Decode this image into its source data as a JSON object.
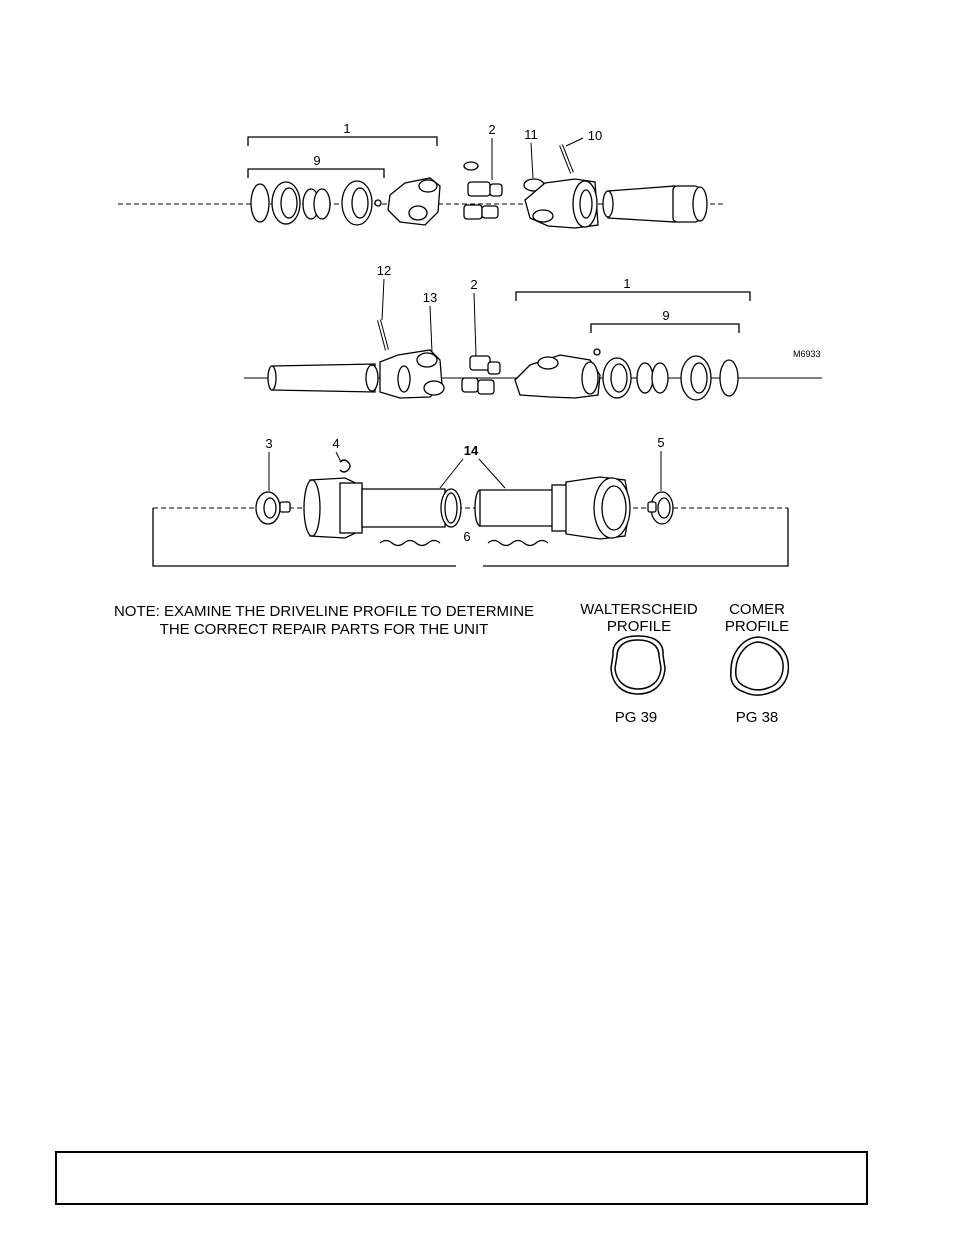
{
  "labels": {
    "top": {
      "c1": "1",
      "c9": "9",
      "c2": "2",
      "c11": "11",
      "c10": "10"
    },
    "middle": {
      "c12": "12",
      "c13": "13",
      "c2": "2",
      "c1": "1",
      "c9": "9",
      "ref": "M6933"
    },
    "bottom": {
      "c3": "3",
      "c4": "4",
      "c14": "14",
      "c5": "5",
      "c6": "6"
    }
  },
  "note": {
    "line1": "NOTE: EXAMINE THE DRIVELINE PROFILE TO DETERMINE",
    "line2": "THE CORRECT REPAIR PARTS FOR THE UNIT"
  },
  "profiles": {
    "walterscheid": {
      "line1": "WALTERSCHEID",
      "line2": "PROFILE",
      "page": "PG 39"
    },
    "comer": {
      "line1": "COMER",
      "line2": "PROFILE",
      "page": "PG 38"
    }
  },
  "footer": {
    "text": ""
  }
}
